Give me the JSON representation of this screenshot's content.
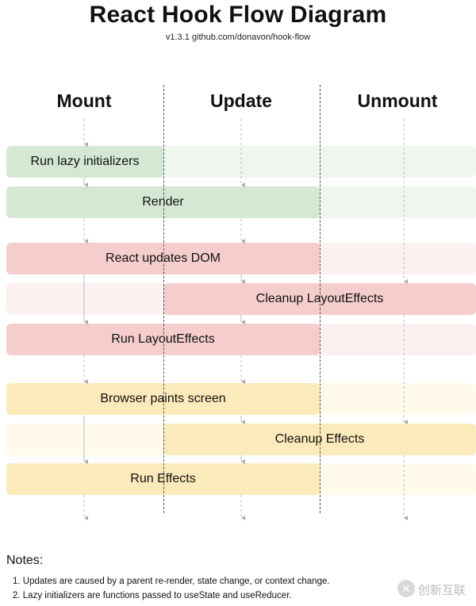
{
  "title": "React Hook Flow Diagram",
  "subtitle": "v1.3.1 github.com/donavon/hook-flow",
  "columns": [
    "Mount",
    "Update",
    "Unmount"
  ],
  "steps": {
    "lazy_init": "Run lazy initializers",
    "render": "Render",
    "react_updates_dom": "React updates DOM",
    "cleanup_layout_effects": "Cleanup LayoutEffects",
    "run_layout_effects": "Run LayoutEffects",
    "browser_paints": "Browser paints screen",
    "cleanup_effects": "Cleanup Effects",
    "run_effects": "Run Effects"
  },
  "notes": {
    "heading": "Notes:",
    "items": [
      "1. Updates are caused by a parent re-render, state change, or context change.",
      "2. Lazy initializers are functions passed to useState and useReducer."
    ]
  },
  "watermark": {
    "icon": "watermark-logo-icon",
    "text": "创新互联"
  },
  "colors": {
    "green": "#d4e8d3",
    "green_light": "#eef6ee",
    "red": "#f5cdcd",
    "red_light": "#fdf0f0",
    "yellow": "#fbeaba",
    "yellow_light": "#fffaea"
  }
}
